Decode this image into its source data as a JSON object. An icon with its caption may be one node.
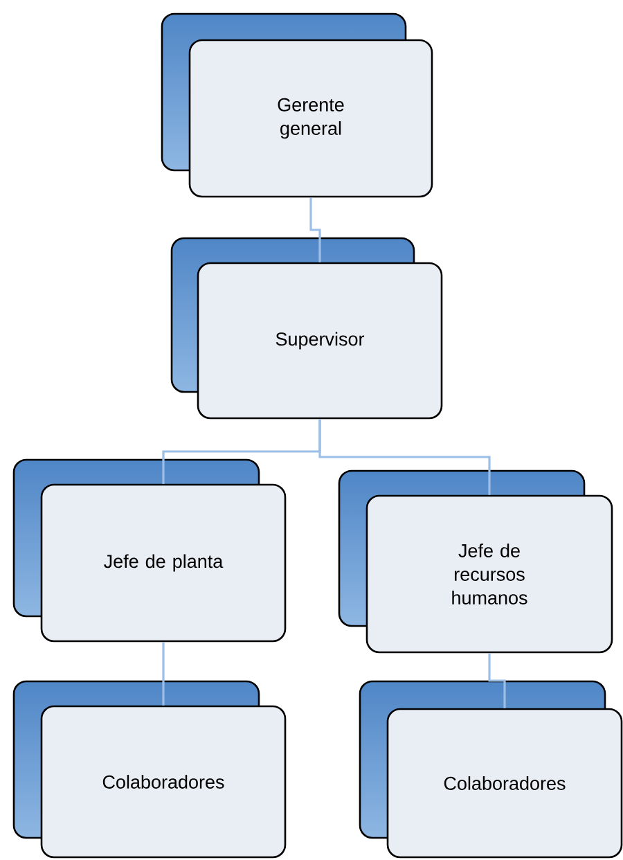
{
  "diagram": {
    "nodes": [
      {
        "text": [
          "Gerente general"
        ]
      },
      {
        "text": [
          "Supervisor"
        ]
      },
      {
        "text": [
          "Jefe de planta"
        ]
      },
      {
        "text": [
          "Jefe de recursos humanos"
        ]
      },
      {
        "text": [
          "Colaboradores"
        ]
      },
      {
        "text": [
          "Colaboradores"
        ]
      }
    ],
    "edges": [
      {
        "from": 0,
        "to": 1,
        "arrow": "none"
      },
      {
        "from": 1,
        "to": 2,
        "arrow": "none"
      },
      {
        "from": 1,
        "to": 3,
        "arrow": "none"
      },
      {
        "from": 2,
        "to": 4,
        "arrow": "none"
      },
      {
        "from": 3,
        "to": 5,
        "arrow": "none"
      }
    ]
  }
}
